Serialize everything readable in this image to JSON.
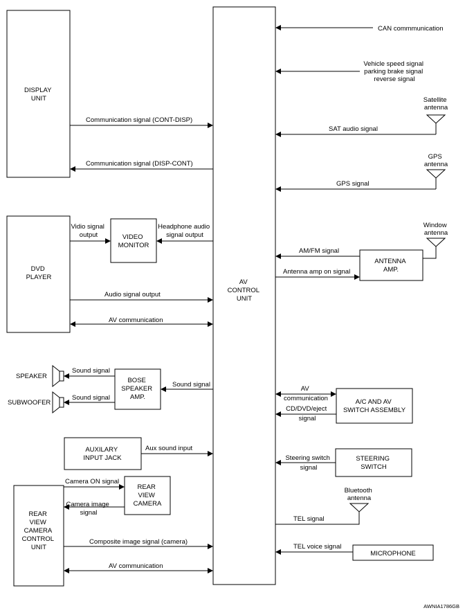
{
  "blocks": {
    "display_unit": [
      "DISPLAY",
      "UNIT"
    ],
    "dvd_player": [
      "DVD",
      "PLAYER"
    ],
    "video_monitor": [
      "VIDEO",
      "MONITOR"
    ],
    "bose_amp": [
      "BOSE",
      "SPEAKER",
      "AMP."
    ],
    "aux_jack": [
      "AUXILARY",
      "INPUT JACK"
    ],
    "rear_view_camera": [
      "REAR",
      "VIEW",
      "CAMERA"
    ],
    "rvc_control_unit": [
      "REAR",
      "VIEW",
      "CAMERA",
      "CONTROL",
      "UNIT"
    ],
    "av_control_unit": [
      "AV",
      "CONTROL",
      "UNIT"
    ],
    "antenna_amp": [
      "ANTENNA",
      "AMP."
    ],
    "ac_av_switch": [
      "A/C AND AV",
      "SWITCH ASSEMBLY"
    ],
    "steering_switch": [
      "STEERING",
      "SWITCH"
    ],
    "microphone": [
      "MICROPHONE"
    ]
  },
  "components": {
    "speaker": "SPEAKER",
    "subwoofer": "SUBWOOFER",
    "satellite_antenna": [
      "Satellite",
      "antenna"
    ],
    "gps_antenna": [
      "GPS",
      "antenna"
    ],
    "window_antenna": [
      "Window",
      "antenna"
    ],
    "bluetooth_antenna": [
      "Bluetooth",
      "antenna"
    ]
  },
  "signals": {
    "can": "CAN commmunication",
    "vehicle": [
      "Vehicle speed signal",
      "parking brake signal",
      "reverse signal"
    ],
    "sat_audio": "SAT audio signal",
    "gps": "GPS signal",
    "am_fm": "AM/FM signal",
    "antenna_amp_on": "Antenna amp on signal",
    "av_comm_switch": [
      "AV",
      "communication"
    ],
    "cd_dvd_eject": [
      "CD/DVD/eject",
      "signal"
    ],
    "steering_switch": [
      "Steering switch",
      "signal"
    ],
    "tel": "TEL signal",
    "tel_voice": "TEL voice signal",
    "cont_disp": "Communication signal (CONT-DISP)",
    "disp_cont": "Communication signal (DISP-CONT)",
    "vidio": [
      "Vidio signal",
      "output"
    ],
    "headphone": [
      "Headphone audio",
      "signal output"
    ],
    "audio_out": "Audio signal output",
    "av_comm_dvd": "AV communication",
    "sound_speaker": "Sound signal",
    "sound_sub": "Sound signal",
    "sound_amp": "Sound signal",
    "aux_sound": "Aux sound input",
    "camera_on": "Camera ON signal",
    "camera_image": [
      "Camera image",
      "signal"
    ],
    "composite": "Composite image signal (camera)",
    "av_comm_rvc": "AV communication"
  },
  "reference_code": "AWNIA1786GB"
}
